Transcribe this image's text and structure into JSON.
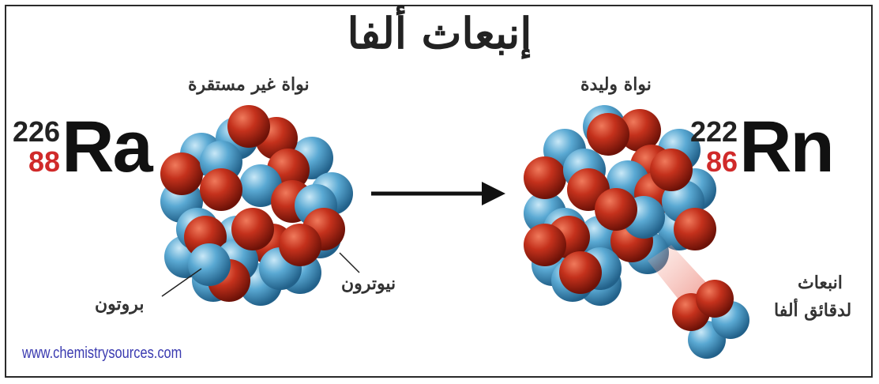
{
  "title": "إنبعاث ألفا",
  "parent": {
    "mass": "226",
    "atomic": "88",
    "symbol": "Ra",
    "label": "نواة غير مستقرة"
  },
  "daughter": {
    "mass": "222",
    "atomic": "86",
    "symbol": "Rn",
    "label": "نواة وليدة"
  },
  "labels": {
    "proton": "بروتون",
    "neutron": "نيوترون",
    "alpha_line1": "انبعاث",
    "alpha_line2": "لدقائق ألفا"
  },
  "website": "www.chemistrysources.com",
  "colors": {
    "proton": "#c4311c",
    "neutron": "#5aa9d3",
    "accent_red": "#d02a2a"
  }
}
